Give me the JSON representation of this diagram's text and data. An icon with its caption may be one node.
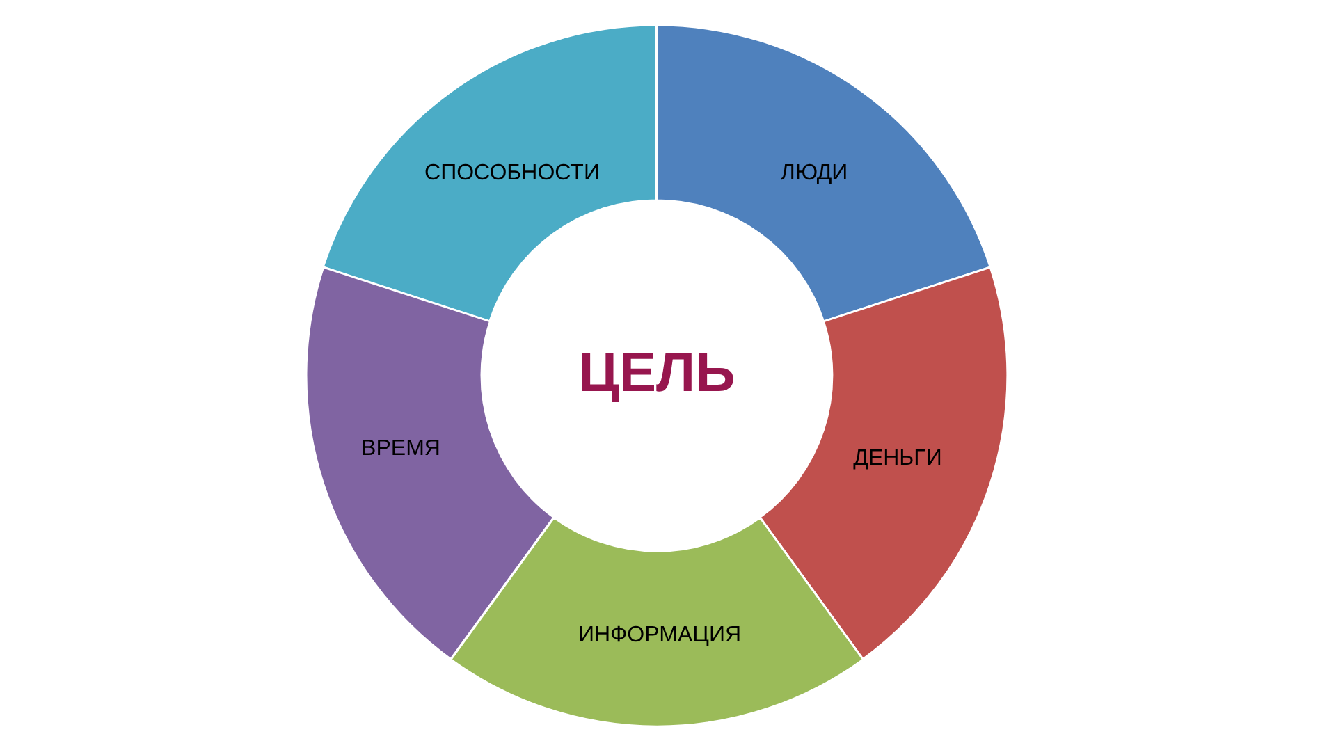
{
  "diagram": {
    "nodes": [
      {
        "text": [
          "СПОСОБНОСТИ"
        ]
      },
      {
        "text": [
          "ЛЮДИ"
        ]
      },
      {
        "text": [
          "ЦЕЛЬ"
        ]
      },
      {
        "text": [
          "ВРЕМЯ"
        ]
      },
      {
        "text": [
          "ДЕНЬГИ"
        ]
      },
      {
        "text": [
          "ИНФОРМАЦИЯ"
        ]
      }
    ]
  }
}
